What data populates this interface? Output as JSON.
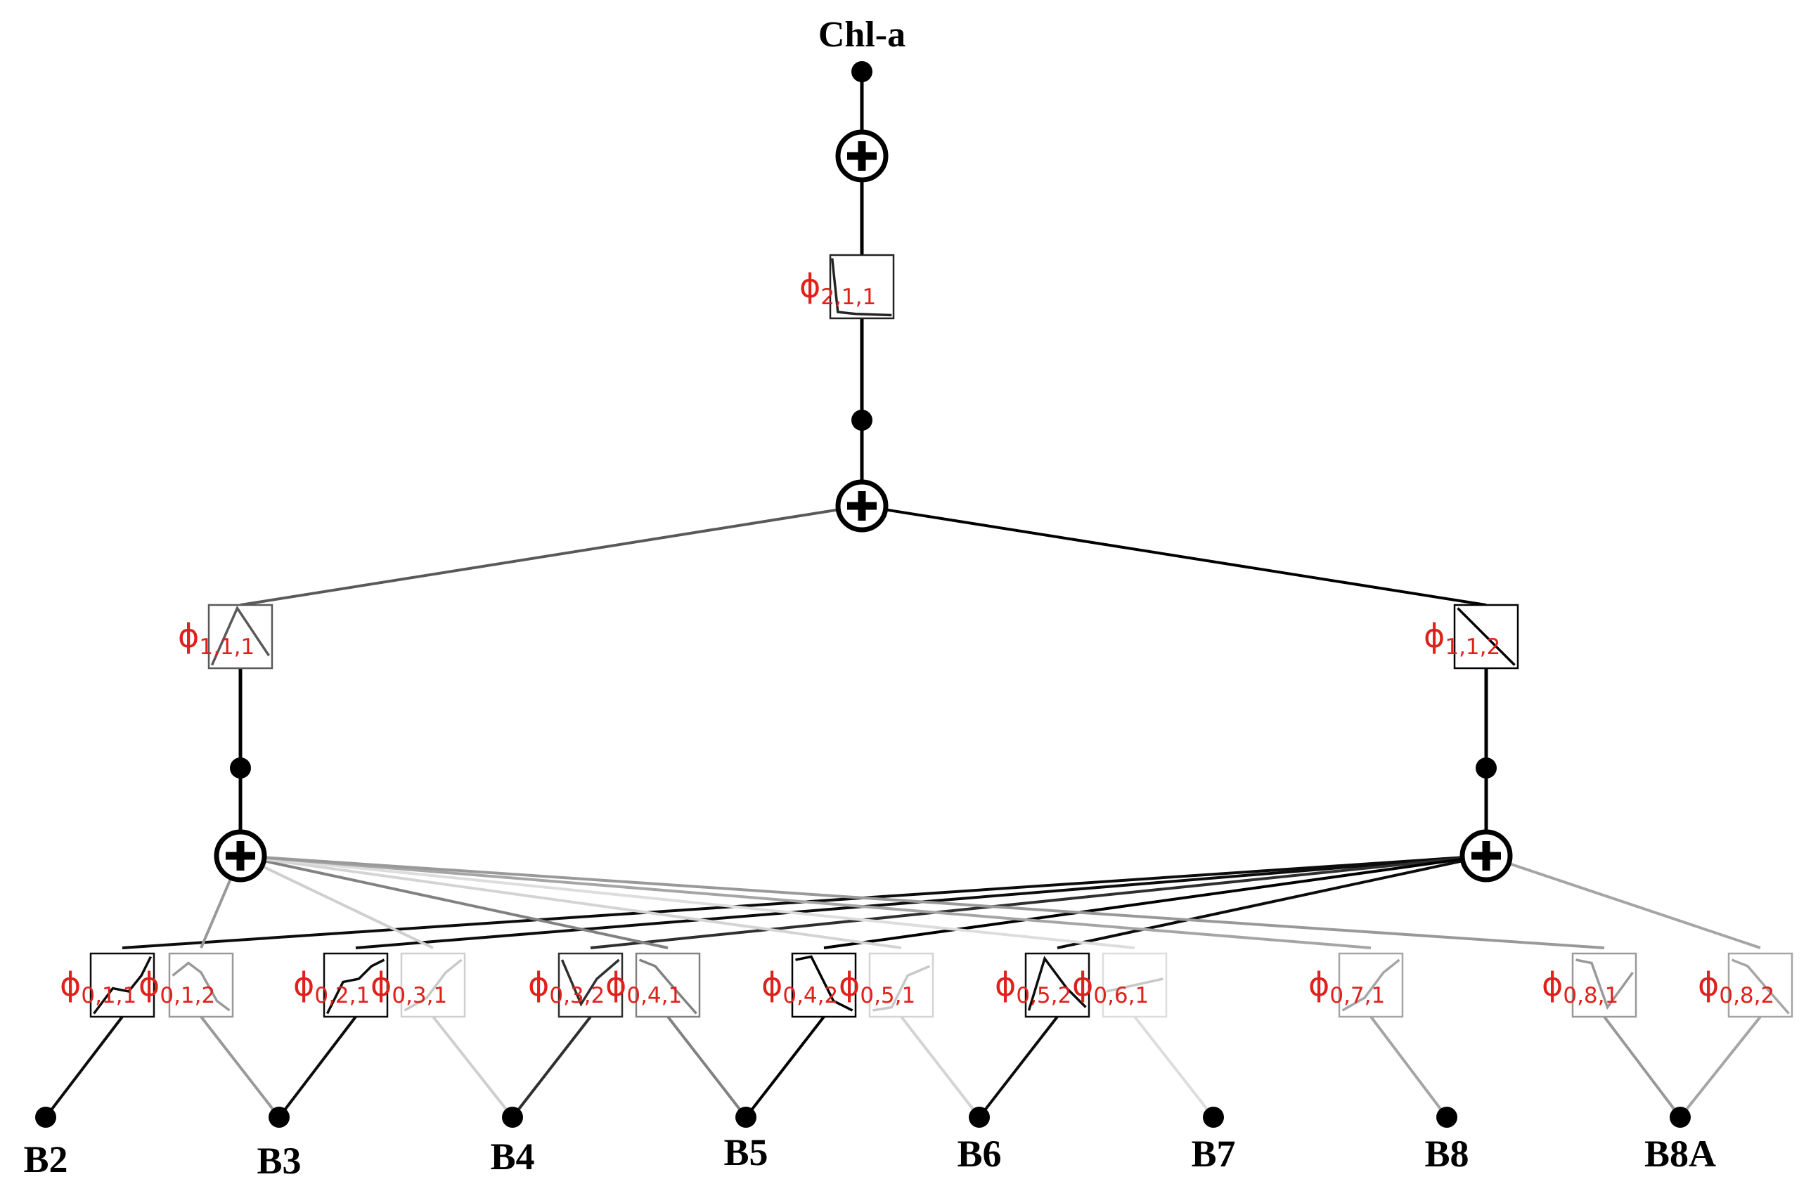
{
  "output_label": "Chl-a",
  "input_labels": [
    "B2",
    "B3",
    "B4",
    "B5",
    "B6",
    "B7",
    "B8",
    "B8A"
  ],
  "activation_symbol": "ϕ",
  "layer2": [
    {
      "sub": "2,1,1",
      "strength": 0.85,
      "shape": "drop"
    }
  ],
  "layer1": [
    {
      "sub": "1,1,1",
      "strength": 0.62,
      "shape": "peak"
    },
    {
      "sub": "1,1,2",
      "strength": 1.0,
      "shape": "down"
    }
  ],
  "layer0": [
    {
      "sub": "0,1,1",
      "input": 0,
      "node": 1,
      "strength": 0.95,
      "shape": "up"
    },
    {
      "sub": "0,1,2",
      "input": 1,
      "node": 0,
      "strength": 0.35,
      "shape": "hump"
    },
    {
      "sub": "0,2,1",
      "input": 1,
      "node": 1,
      "strength": 0.95,
      "shape": "step"
    },
    {
      "sub": "0,3,1",
      "input": 2,
      "node": 0,
      "strength": 0.12,
      "shape": "rise"
    },
    {
      "sub": "0,3,2",
      "input": 2,
      "node": 1,
      "strength": 0.8,
      "shape": "vee"
    },
    {
      "sub": "0,4,1",
      "input": 3,
      "node": 0,
      "strength": 0.45,
      "shape": "fall"
    },
    {
      "sub": "0,4,2",
      "input": 3,
      "node": 1,
      "strength": 1.0,
      "shape": "plateau"
    },
    {
      "sub": "0,5,1",
      "input": 4,
      "node": 0,
      "strength": 0.1,
      "shape": "bump"
    },
    {
      "sub": "0,5,2",
      "input": 4,
      "node": 1,
      "strength": 0.95,
      "shape": "spike"
    },
    {
      "sub": "0,6,1",
      "input": 5,
      "node": 0,
      "strength": 0.06,
      "shape": "flat"
    },
    {
      "sub": "0,7,1",
      "input": 6,
      "node": 0,
      "strength": 0.3,
      "shape": "rise"
    },
    {
      "sub": "0,8,1",
      "input": 7,
      "node": 0,
      "strength": 0.35,
      "shape": "valley"
    },
    {
      "sub": "0,8,2",
      "input": 7,
      "node": 1,
      "strength": 0.3,
      "shape": "fall"
    }
  ]
}
